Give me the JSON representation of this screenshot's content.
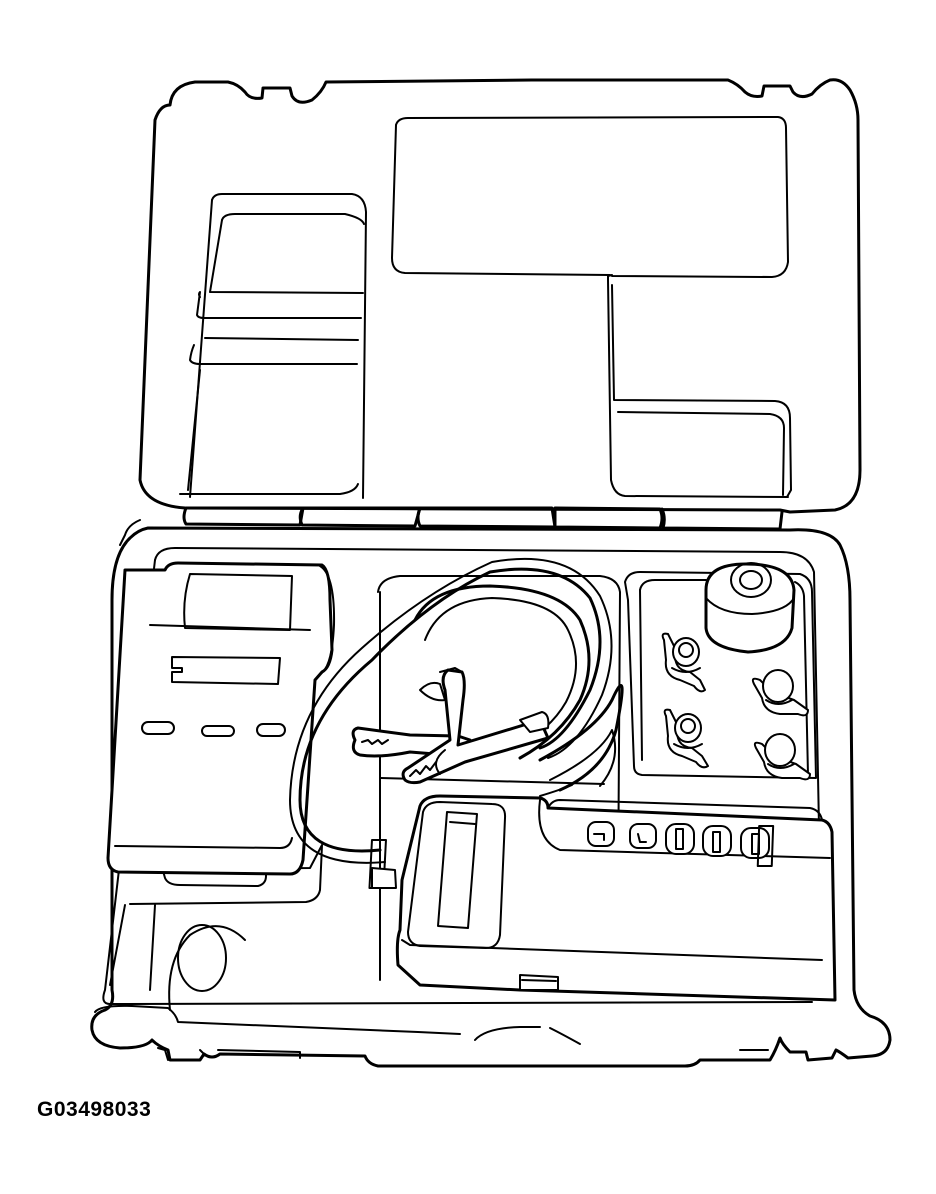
{
  "figure": {
    "caption": "G03498033",
    "subject": "Battery tester kit in open carrying case",
    "line_color": "#000000",
    "background_color": "#ffffff",
    "components": [
      {
        "id": "case-lid",
        "label": "Case lid"
      },
      {
        "id": "case-base",
        "label": "Case base"
      },
      {
        "id": "hinge",
        "label": "Hinge"
      },
      {
        "id": "printer",
        "label": "Printer"
      },
      {
        "id": "tester-unit",
        "label": "Tester unit"
      },
      {
        "id": "battery-clamps",
        "label": "Battery clamps"
      },
      {
        "id": "cable",
        "label": "Cable"
      },
      {
        "id": "probe-tip",
        "label": "Probe tip"
      },
      {
        "id": "wing-nut-terminals",
        "label": "Wing-nut terminal adapters"
      },
      {
        "id": "paper-roll",
        "label": "Paper roll"
      },
      {
        "id": "tester-keypad",
        "label": "Tester keypad"
      }
    ]
  }
}
